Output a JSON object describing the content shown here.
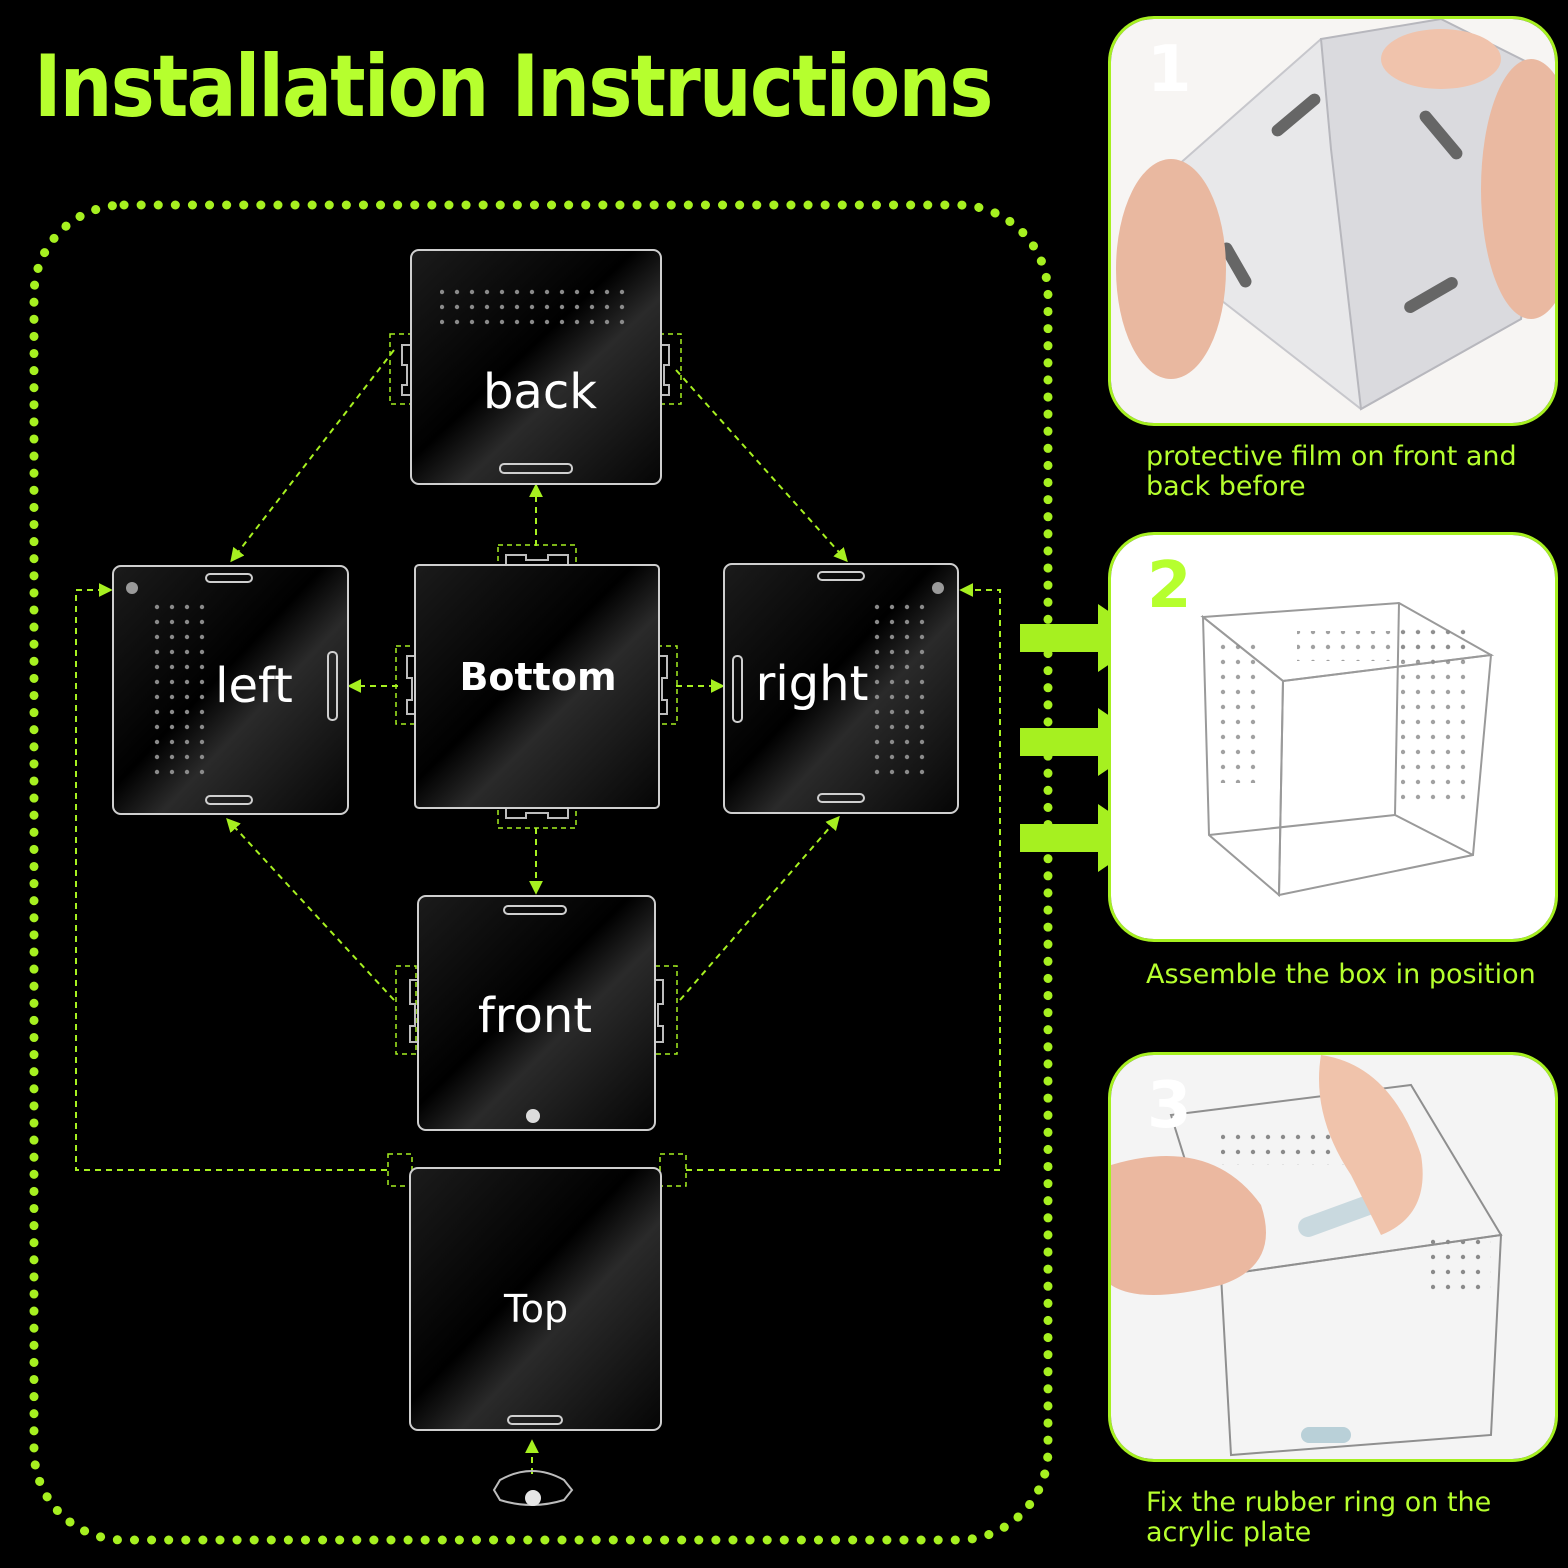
{
  "title": "Installation Instructions",
  "panels": {
    "back": "back",
    "left": "left",
    "bottom": "Bottom",
    "right": "right",
    "front": "front",
    "top": "Top"
  },
  "steps": [
    {
      "number": "1",
      "caption": "protective film on front and back before"
    },
    {
      "number": "2",
      "caption": "Assemble the box in position"
    },
    {
      "number": "3",
      "caption": "Fix the rubber ring on the acrylic plate"
    }
  ],
  "colors": {
    "accent": "#b6ff2e",
    "background": "#000000",
    "panel_border": "#cfcfcf"
  }
}
